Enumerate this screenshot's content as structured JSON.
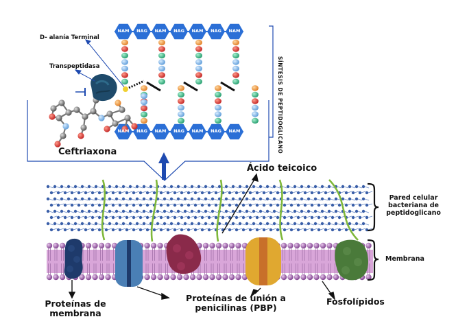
{
  "labels": {
    "d_alanina": "D- alanía Terminal",
    "transpeptidasa": "Transpeptidasa",
    "ceftriaxona": "Ceftriaxona",
    "sintesis": "SÍNTESIS DE PEPTIDOGLICANO",
    "acido_teicoico": "Ácido teicoico",
    "pared_celular": "Pared celular bacteriana de peptidoglicano",
    "membrana": "Membrana",
    "proteinas_membrana": "Proteínas de membrana",
    "pbp": "Proteínas de unión a penicilinas (PBP)",
    "fosfolipidos": "Fosfolípidos"
  },
  "glycan_strands": {
    "top": [
      "NAM",
      "NAG",
      "NAM",
      "NAG",
      "NAM",
      "NAG",
      "NAM"
    ],
    "bottom": [
      "NAM",
      "NAG",
      "NAM",
      "NAG",
      "NAM",
      "NAG",
      "NAM"
    ]
  },
  "colors": {
    "hex_blue": "#2b6fd6",
    "membrane_pink": "#d9a6d9",
    "lipid_purple": "#8a3a8a",
    "wall_blue": "#3a5fa8",
    "teichoic_green": "#7fb83a",
    "protein_navy": "#1e3a6b",
    "protein_steel": "#4a7fb5",
    "protein_maroon": "#8a2a4a",
    "protein_gold": "#e0a830",
    "protein_orange": "#c8702a",
    "protein_green": "#4a7a3a",
    "enzyme_teal": "#1e4a6a",
    "arrow_blue": "#1e4ab0"
  }
}
